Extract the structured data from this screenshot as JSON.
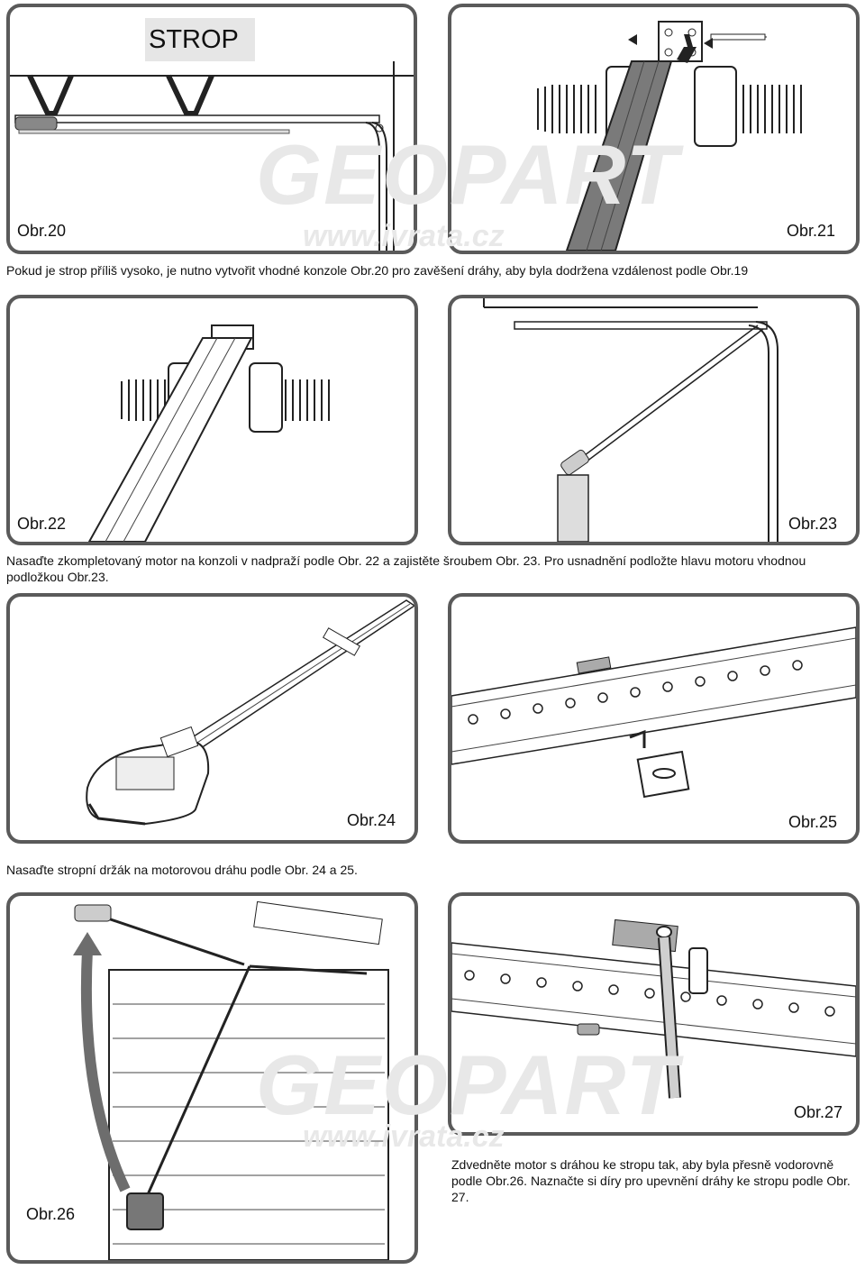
{
  "strop_label": "STROP",
  "watermark": {
    "logo": "GEOPART",
    "url": "www.ivrata.cz"
  },
  "figures": {
    "obr20": "Obr.20",
    "obr21": "Obr.21",
    "obr22": "Obr.22",
    "obr23": "Obr.23",
    "obr24": "Obr.24",
    "obr25": "Obr.25",
    "obr26": "Obr.26",
    "obr27": "Obr.27"
  },
  "captions": {
    "c1": "Pokud je strop příliš vysoko, je nutno vytvořit vhodné konzole Obr.20 pro zavěšení dráhy, aby byla dodržena vzdálenost podle Obr.19",
    "c2": "Nasaďte zkompletovaný motor na konzoli v nadpraží podle Obr. 22 a zajistěte šroubem Obr. 23. Pro usnadnění podložte hlavu motoru vhodnou podložkou Obr.23.",
    "c3": "Nasaďte stropní držák na motorovou dráhu podle Obr. 24 a 25.",
    "c4": "Zdvedněte motor s dráhou ke stropu tak, aby byla přesně vodorovně podle Obr.26. Naznačte si díry pro upevnění dráhy ke stropu podle Obr. 27."
  },
  "colors": {
    "frame": "#5a5a5a",
    "rail": "#7a7a7a",
    "arrow": "#6d6d6d",
    "watermark": "#e8e8e8"
  }
}
